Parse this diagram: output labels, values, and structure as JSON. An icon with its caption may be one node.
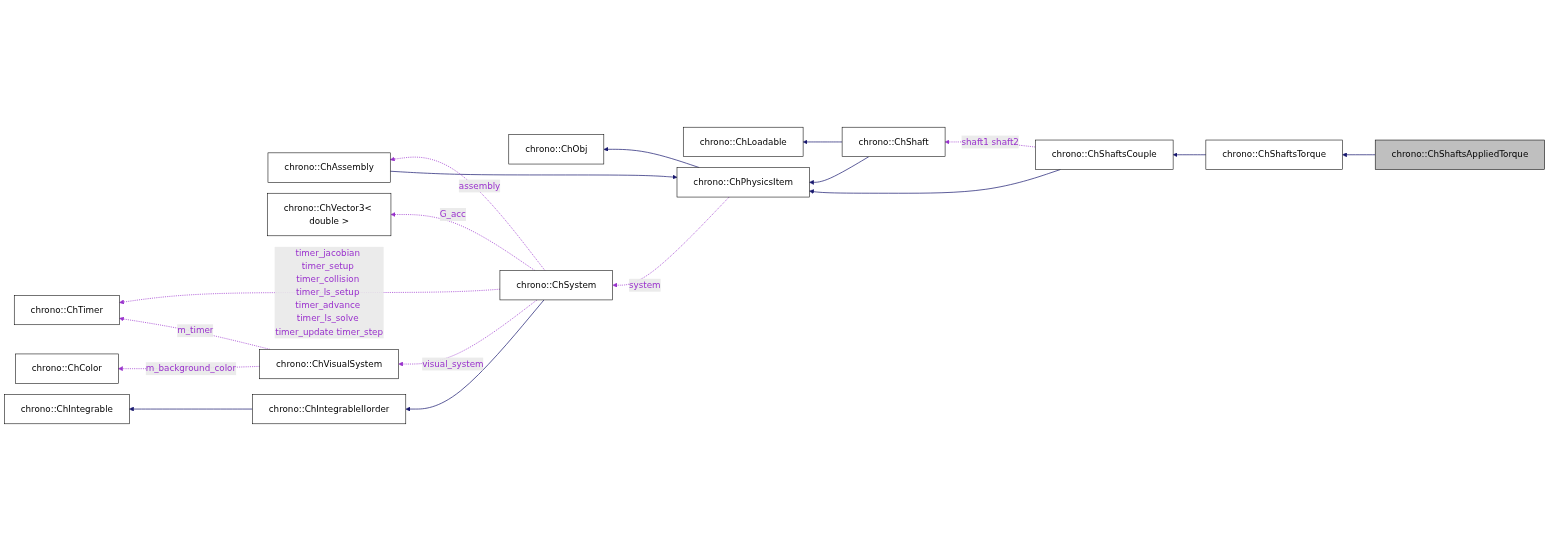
{
  "diagram": {
    "nodes": [
      {
        "text": [
          "chrono::ChLoadable"
        ]
      },
      {
        "text": [
          "chrono::ChShaft"
        ]
      },
      {
        "text": [
          "chrono::ChShaftsCouple"
        ]
      },
      {
        "text": [
          "chrono::ChShaftsTorque"
        ]
      },
      {
        "text": [
          "chrono::ChShaftsAppliedTorque"
        ]
      },
      {
        "text": [
          "chrono::ChObj"
        ]
      },
      {
        "text": [
          "chrono::ChPhysicsItem"
        ]
      },
      {
        "text": [
          "chrono::ChAssembly"
        ]
      },
      {
        "text": [
          "chrono::ChTimer"
        ]
      },
      {
        "text": [
          "chrono::ChSystem"
        ]
      },
      {
        "text": [
          "chrono::ChVector3< double >"
        ]
      },
      {
        "text": [
          "chrono::ChColor"
        ]
      },
      {
        "text": [
          "chrono::ChVisualSystem"
        ]
      },
      {
        "text": [
          "chrono::ChIntegrable"
        ]
      },
      {
        "text": [
          "chrono::ChIntegrableIIorder"
        ]
      }
    ],
    "edges": [
      {
        "from": 1,
        "to": 0,
        "arrow": "to"
      },
      {
        "from": 1,
        "to": 6,
        "arrow": "to"
      },
      {
        "from": 2,
        "to": 1,
        "arrow": "to",
        "label": "shaft1 shaft2",
        "style": "dashed",
        "color": "#9a32cd"
      },
      {
        "from": 2,
        "to": 6,
        "arrow": "to"
      },
      {
        "from": 3,
        "to": 2,
        "arrow": "to"
      },
      {
        "from": 4,
        "to": 3,
        "arrow": "to"
      },
      {
        "from": 6,
        "to": 5,
        "arrow": "to"
      },
      {
        "from": 6,
        "to": 9,
        "arrow": "to",
        "label": "system",
        "style": "dashed",
        "color": "#9a32cd"
      },
      {
        "from": 7,
        "to": 6,
        "arrow": "to"
      },
      {
        "from": 9,
        "to": 7,
        "arrow": "to",
        "label": "assembly",
        "style": "dashed",
        "color": "#9a32cd"
      },
      {
        "from": 9,
        "to": 8,
        "arrow": "to",
        "label": "timer_jacobian timer_setup timer_collision timer_ls_setup timer_advance timer_ls_solve timer_update timer_step",
        "style": "dashed",
        "color": "#9a32cd"
      },
      {
        "from": 9,
        "to": 10,
        "arrow": "to",
        "label": "G_acc",
        "style": "dashed",
        "color": "#9a32cd"
      },
      {
        "from": 9,
        "to": 12,
        "arrow": "to",
        "label": "visual_system",
        "style": "dashed",
        "color": "#9a32cd"
      },
      {
        "from": 12,
        "to": 8,
        "arrow": "to",
        "label": "m_timer",
        "style": "dashed",
        "color": "#9a32cd"
      },
      {
        "from": 12,
        "to": 11,
        "arrow": "to",
        "label": "m_background_color",
        "style": "dashed",
        "color": "#9a32cd"
      },
      {
        "from": 9,
        "to": 14,
        "arrow": "to"
      },
      {
        "from": 14,
        "to": 13,
        "arrow": "to"
      }
    ]
  }
}
